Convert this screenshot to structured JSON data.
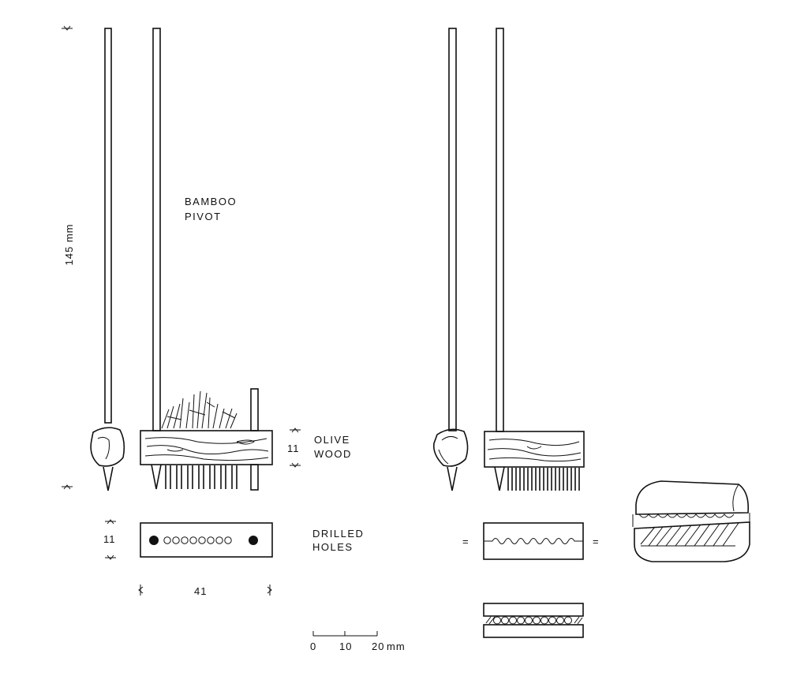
{
  "labels": {
    "bamboo_line1": "BAMBOO",
    "bamboo_line2": "PIVOT",
    "olive_line1": "OLIVE",
    "olive_line2": "WOOD",
    "drilled_line1": "DRILLED",
    "drilled_line2": "HOLES"
  },
  "dimensions": {
    "length": "145 mm",
    "height_head": "11",
    "height_block": "11",
    "width_block": "41"
  },
  "scale": {
    "tick_0": "0",
    "tick_10": "10",
    "tick_20": "20",
    "unit": "mm"
  },
  "equals_signs": [
    "=",
    "="
  ]
}
